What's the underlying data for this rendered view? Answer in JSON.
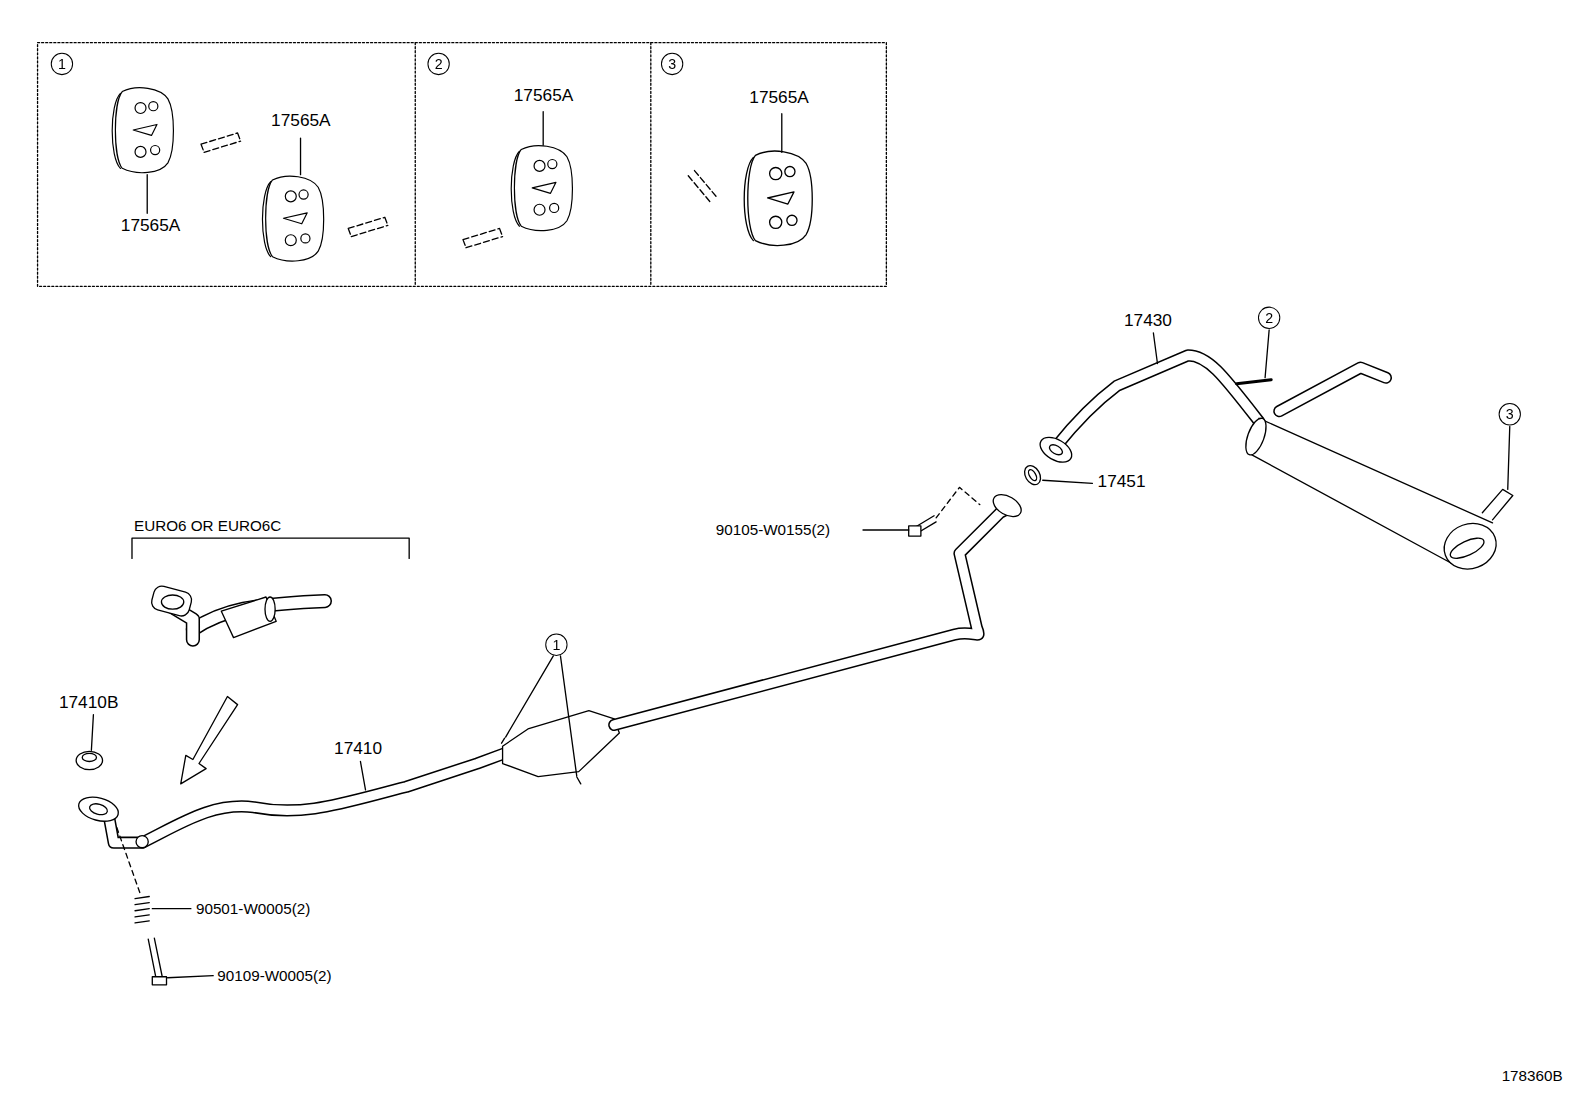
{
  "diagram": {
    "nodes": [
      {
        "text": [
          "1"
        ]
      },
      {
        "text": [
          "2"
        ]
      },
      {
        "text": [
          "3"
        ]
      },
      {
        "text": [
          "1"
        ]
      },
      {
        "text": [
          "2"
        ]
      },
      {
        "text": [
          "3"
        ]
      }
    ],
    "labels": [
      "17565A",
      "17565A",
      "17565A",
      "17565A",
      "EURO6 OR EURO6C",
      "17410B",
      "17410",
      "17430",
      "17451",
      "90105-W0155(2)",
      "90501-W0005(2)",
      "90109-W0005(2)",
      "178360B"
    ]
  }
}
